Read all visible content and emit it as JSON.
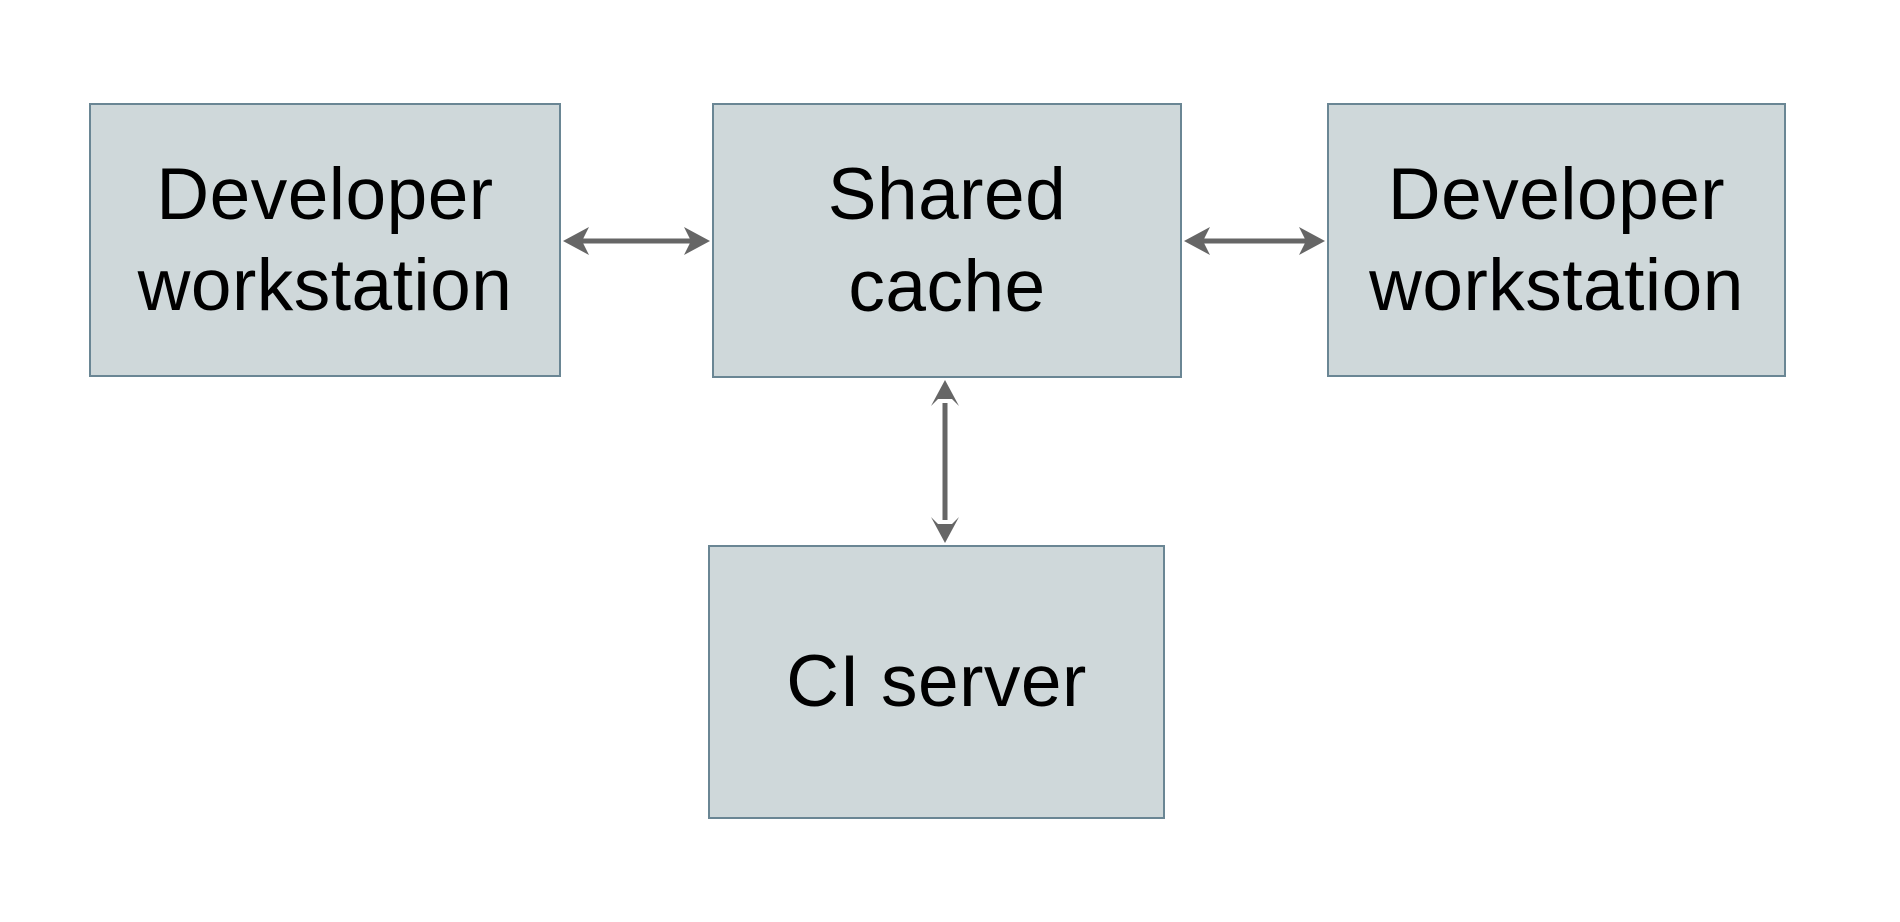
{
  "diagram": {
    "type": "architecture-diagram",
    "nodes": {
      "developer_workstation_left": {
        "line1": "Developer",
        "line2": "workstation"
      },
      "shared_cache": {
        "line1": "Shared",
        "line2": "cache"
      },
      "developer_workstation_right": {
        "line1": "Developer",
        "line2": "workstation"
      },
      "ci_server": {
        "line1": "CI server"
      }
    },
    "edges": [
      {
        "from": "developer_workstation_left",
        "to": "shared_cache",
        "direction": "bidirectional",
        "orientation": "horizontal"
      },
      {
        "from": "shared_cache",
        "to": "developer_workstation_right",
        "direction": "bidirectional",
        "orientation": "horizontal"
      },
      {
        "from": "shared_cache",
        "to": "ci_server",
        "direction": "bidirectional",
        "orientation": "vertical"
      }
    ],
    "colors": {
      "background": "#ffffff",
      "node_fill": "#cfd8da",
      "node_border": "#6a8694",
      "arrow": "#666666",
      "text": "#000000"
    }
  }
}
